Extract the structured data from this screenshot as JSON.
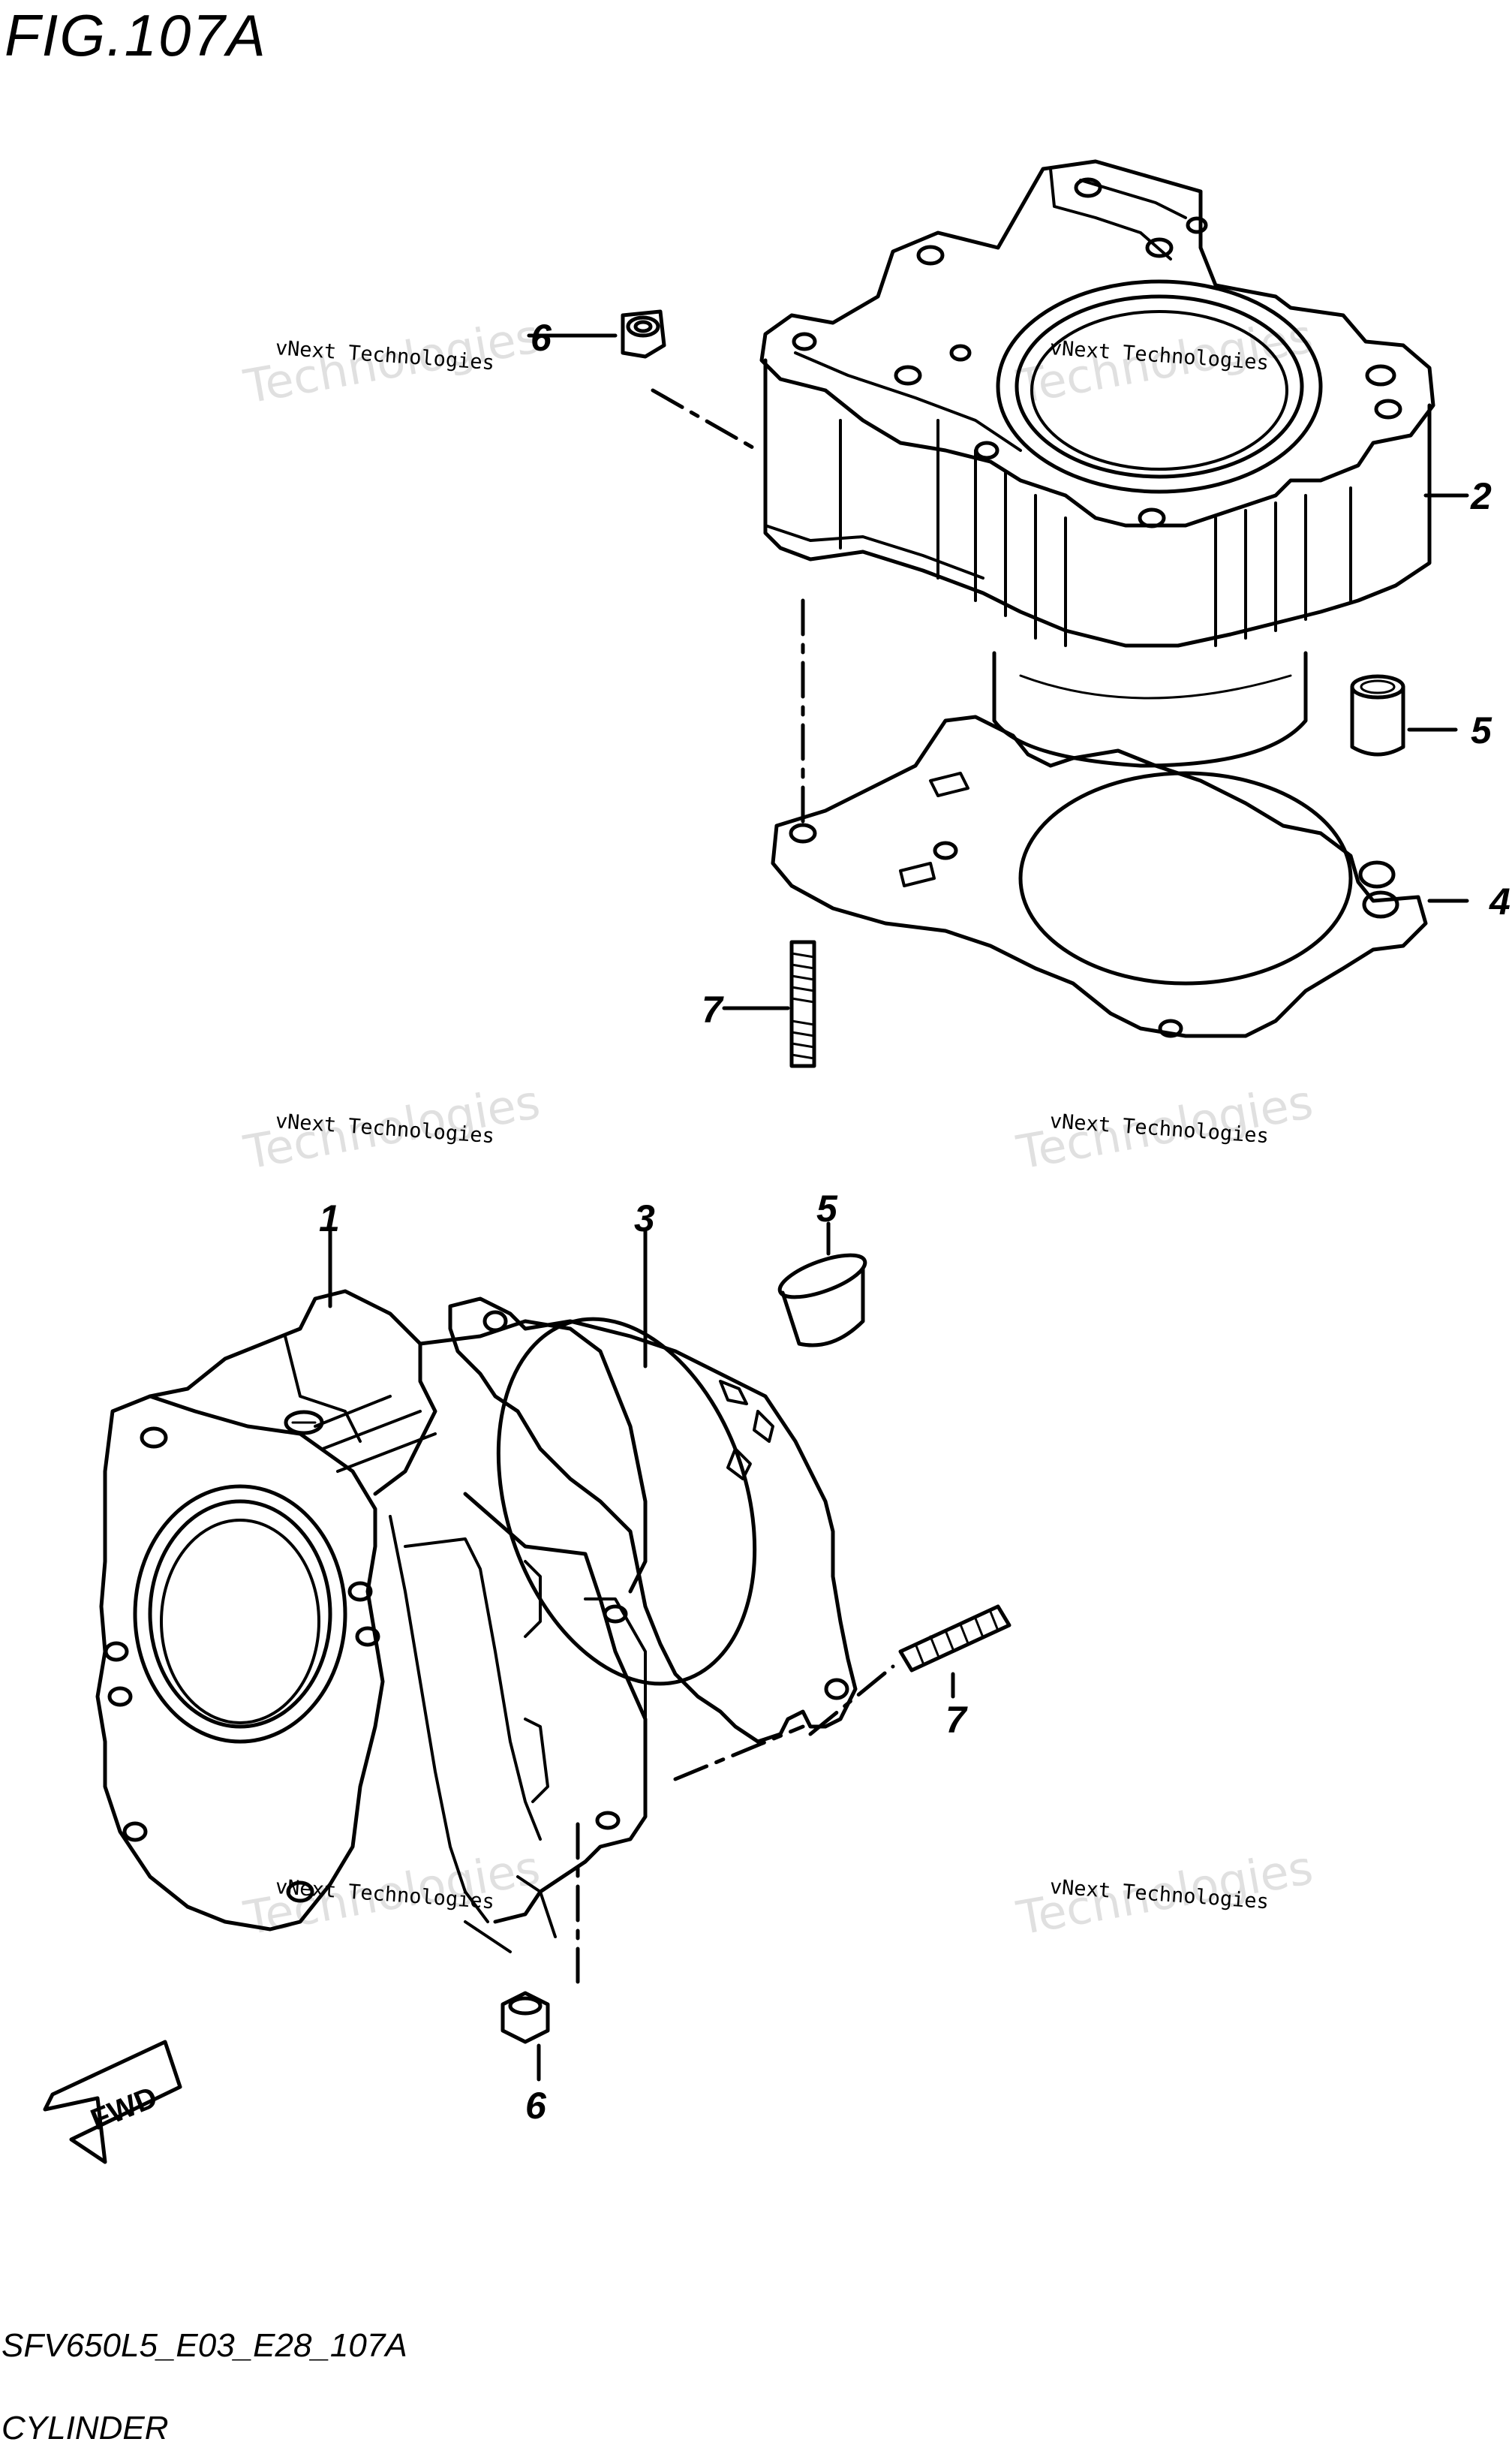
{
  "figure": {
    "title": "FIG.107A",
    "code": "SFV650L5_E03_E28_107A",
    "name": "CYLINDER"
  },
  "watermark": {
    "line1": "vNext Technologies",
    "line2": "Technologies",
    "line3": "vNext"
  },
  "callouts": {
    "upper_nut": "6",
    "upper_cylinder": "2",
    "upper_dowel": "5",
    "upper_gasket": "4",
    "upper_stud": "7",
    "lower_cylinder": "1",
    "lower_gasket": "3",
    "lower_dowel": "5",
    "lower_stud": "7",
    "lower_nut": "6"
  },
  "fwd_label": "FWD"
}
